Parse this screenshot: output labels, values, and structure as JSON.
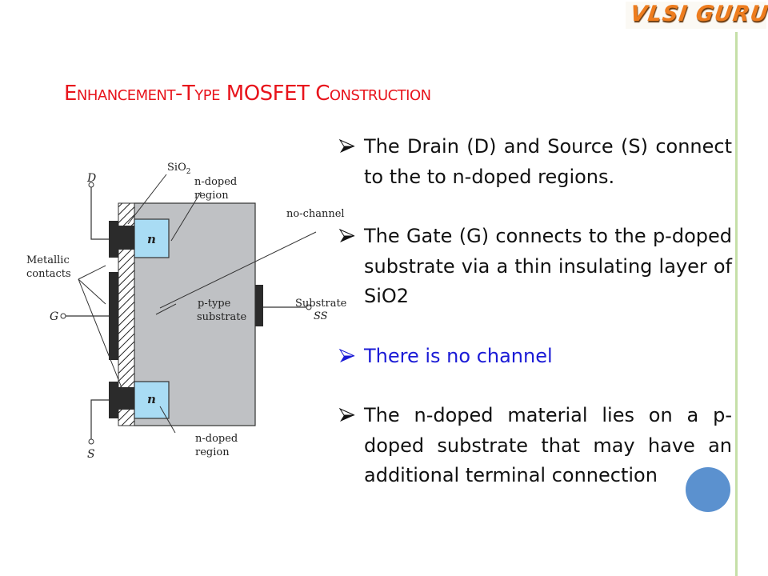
{
  "logo": {
    "text": "VLSI GURU",
    "color": "#ee7d1f"
  },
  "slide": {
    "title_parts": [
      {
        "text": "Enhancement",
        "style": "small-caps"
      },
      {
        "text": "-",
        "style": "normal"
      },
      {
        "text": "Type",
        "style": "small-caps"
      },
      {
        "text": " MOSFE",
        "style": "normal"
      },
      {
        "text": "T Construction",
        "style": "small-caps"
      }
    ],
    "title_color": "#e8141c"
  },
  "diagram": {
    "labels": {
      "drain": "D",
      "gate": "G",
      "source": "S",
      "sio2": "SiO",
      "sio2_sub": "2",
      "n_doped_top_1": "n-doped",
      "n_doped_top_2": "region",
      "n_doped_bottom_1": "n-doped",
      "n_doped_bottom_2": "region",
      "no_channel": "no-channel",
      "metallic_1": "Metallic",
      "metallic_2": "contacts",
      "ptype_1": "p-type",
      "ptype_2": "substrate",
      "substrate": "Substrate",
      "ss": "SS",
      "n_top": "n",
      "n_bottom": "n"
    },
    "colors": {
      "substrate": "#bfc1c4",
      "n_region": "#a9dcf4",
      "metal": "#2b2b2b"
    }
  },
  "bullets": [
    {
      "text": "The Drain (D) and Source (S) connect to the to n-doped regions.",
      "color": "#111111",
      "icon": "arrowhead-bullet-icon"
    },
    {
      "text": "The Gate (G) connects to the p-doped substrate via a thin insulating layer of SiO2",
      "color": "#111111",
      "icon": "arrowhead-bullet-icon"
    },
    {
      "text": "There is no channel",
      "color": "#1a1ad6",
      "icon": "arrowhead-bullet-icon"
    },
    {
      "text": "The n-doped material lies on a p- doped substrate that may have an additional terminal connection",
      "color": "#111111",
      "icon": "arrowhead-bullet-icon"
    }
  ],
  "accent": {
    "green_line": "#c5dfa8",
    "cursor_dot": "#4f89cb"
  }
}
